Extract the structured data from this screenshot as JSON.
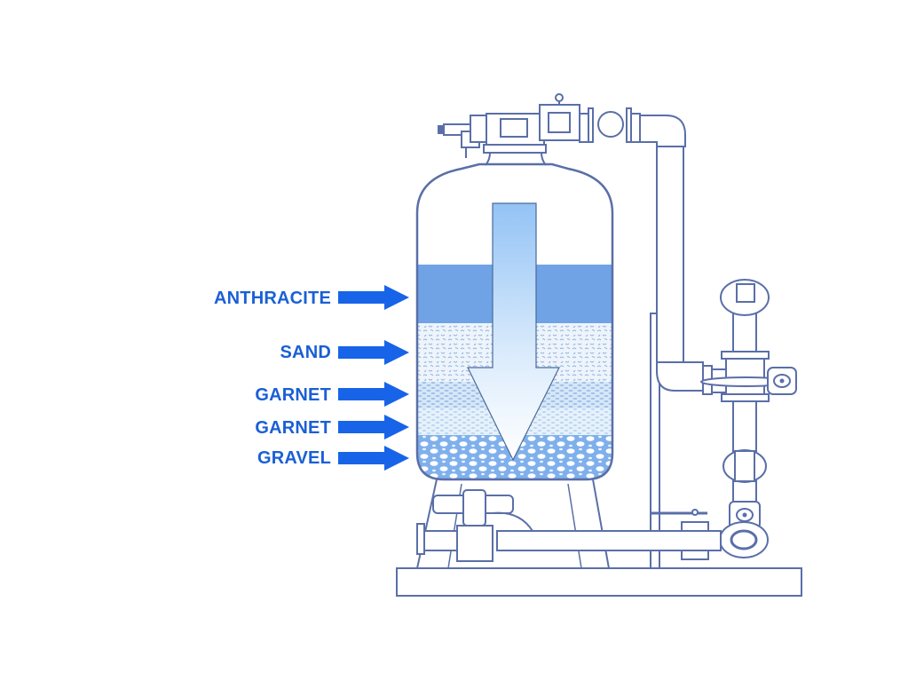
{
  "diagram": {
    "subject": "Multimedia pressure filter vessel with downward flow through filter media layers",
    "labels": [
      {
        "id": "anthracite",
        "text": "ANTHRACITE"
      },
      {
        "id": "sand",
        "text": "SAND"
      },
      {
        "id": "garnet-1",
        "text": "GARNET"
      },
      {
        "id": "garnet-2",
        "text": "GARNET"
      },
      {
        "id": "gravel",
        "text": "GRAVEL"
      }
    ],
    "flow_direction": "down",
    "colors": {
      "label_text": "#1a5fd6",
      "pointer_arrow": "#1764e8",
      "outline": "#5a6fa8",
      "anthracite_layer": "#6fa3e6",
      "sand_layer": "#e8f0fa",
      "garnet_layer": "#cfe2f6",
      "gravel_layer": "#7fb0ec",
      "flow_arrow_top": "#93c3f5",
      "flow_arrow_bottom": "#ffffff"
    }
  }
}
